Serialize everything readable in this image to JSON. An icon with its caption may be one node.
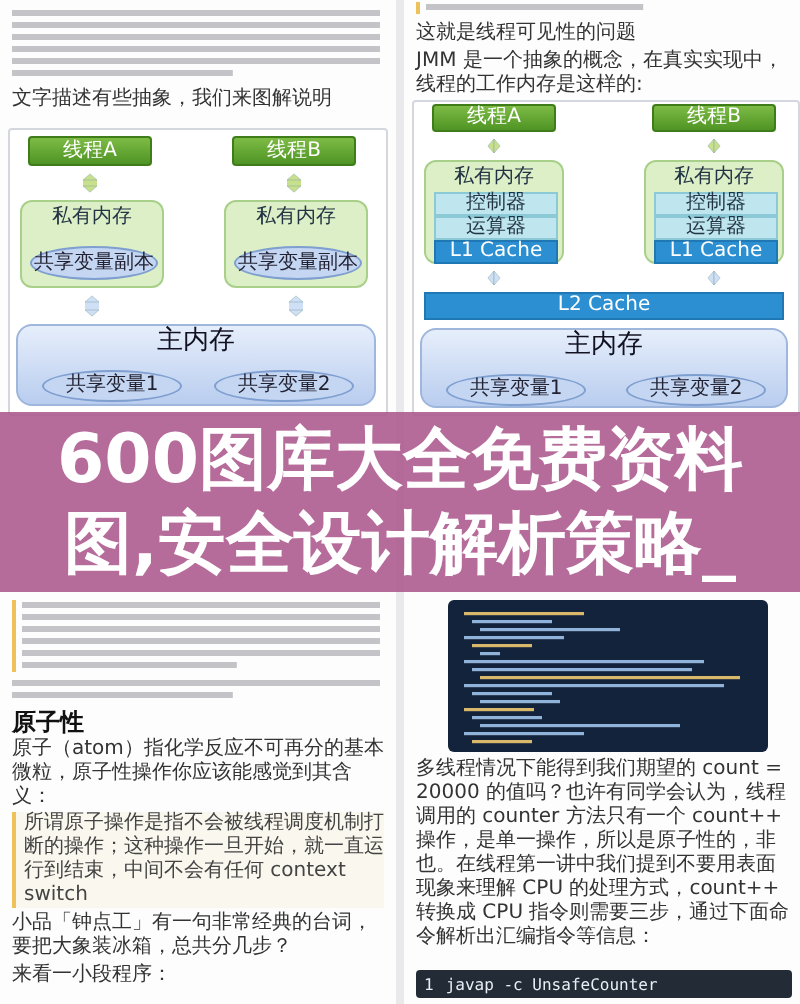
{
  "diagram": {
    "title": "600图库大全免费资料图,安全设计解析策略_",
    "nodes": [
      {
        "text": [
          "线程A"
        ]
      },
      {
        "text": [
          "线程B"
        ]
      },
      {
        "text": [
          "私有内存"
        ]
      },
      {
        "text": [
          "共享变量副本"
        ],
        "in": 2
      },
      {
        "text": [
          "私有内存"
        ]
      },
      {
        "text": [
          "共享变量副本"
        ],
        "in": 4
      },
      {
        "text": [
          "主内存"
        ]
      },
      {
        "text": [
          "共享变量1"
        ],
        "in": 6
      },
      {
        "text": [
          "共享变量2"
        ],
        "in": 6
      },
      {
        "text": [
          "线程A"
        ]
      },
      {
        "text": [
          "线程B"
        ]
      },
      {
        "text": [
          "私有内存"
        ]
      },
      {
        "text": [
          "控制器"
        ],
        "in": 11
      },
      {
        "text": [
          "运算器"
        ],
        "in": 11
      },
      {
        "text": [
          "L1 Cache"
        ],
        "in": 11
      },
      {
        "text": [
          "私有内存"
        ]
      },
      {
        "text": [
          "控制器"
        ],
        "in": 15
      },
      {
        "text": [
          "运算器"
        ],
        "in": 15
      },
      {
        "text": [
          "L1 Cache"
        ],
        "in": 15
      },
      {
        "text": [
          "L2 Cache"
        ]
      },
      {
        "text": [
          "主内存"
        ]
      },
      {
        "text": [
          "共享变量1"
        ],
        "in": 20
      },
      {
        "text": [
          "共享变量2"
        ],
        "in": 20
      }
    ],
    "edges": [
      {
        "from": 0,
        "to": 2,
        "arrow": "both"
      },
      {
        "from": 1,
        "to": 4,
        "arrow": "both"
      },
      {
        "from": 2,
        "to": 6,
        "arrow": "both",
        "color": "#cfdff5"
      },
      {
        "from": 4,
        "to": 6,
        "arrow": "both",
        "color": "#cfdff5"
      },
      {
        "from": 9,
        "to": 11,
        "arrow": "both"
      },
      {
        "from": 10,
        "to": 15,
        "arrow": "both"
      },
      {
        "from": 11,
        "to": 19,
        "arrow": "both",
        "color": "#cfdff5"
      },
      {
        "from": 15,
        "to": 19,
        "arrow": "both",
        "color": "#cfdff5"
      }
    ],
    "labels": [
      "文字描述有些抽象，我们来图解说明",
      "这就是线程可见性的问题",
      "JMM 是一个抽象的概念，在真实实现中，线程的工作内存是这样的:",
      "原子性",
      "原子（atom）指化学反应不可再分的基本微粒，原子性操作你应该能感觉到其含义：",
      "所谓原子操作是指不会被线程调度机制打断的操作；这种操作一旦开始，就一直运行到结束，中间不会有任何 context switch",
      "小品「钟点工」有一句非常经典的台词，要把大象装冰箱，总共分几步？",
      "来看一小段程序：",
      "多线程情况下能得到我们期望的 count = 20000 的值吗？也许有同学会认为，线程调用的 counter 方法只有一个 count++ 操作，是单一操作，所以是原子性的，非也。在线程第一讲中我们提到不要用表面现象来理解 CPU 的处理方式，count++ 转换成 CPU 指令则需要三步，通过下面命令解析出汇编指令等信息：",
      "1",
      "javap -c UnsafeCounter"
    ]
  }
}
